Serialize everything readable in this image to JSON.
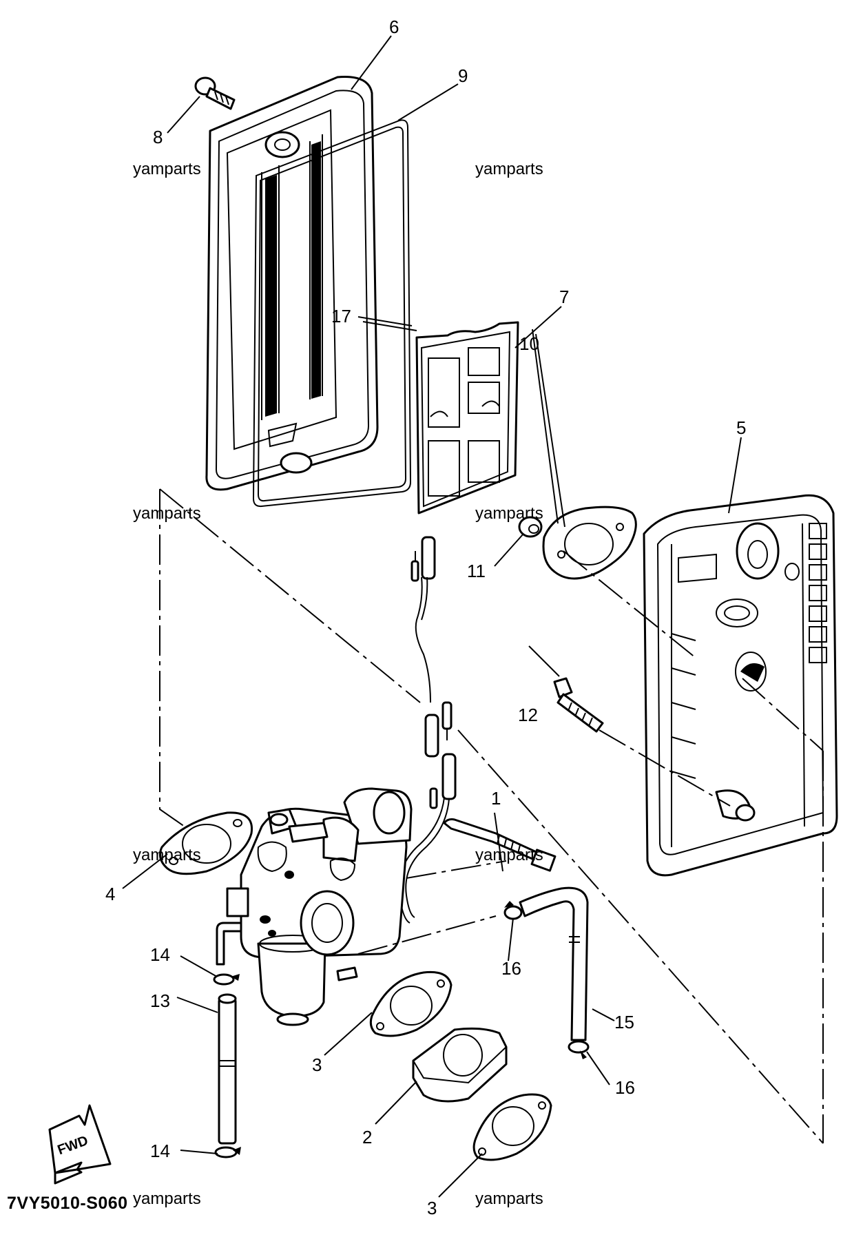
{
  "diagram": {
    "code": "7VY5010-S060",
    "watermark": "yamparts",
    "fwd_label": "FWD",
    "callouts": {
      "c1": "1",
      "c2": "2",
      "c3a": "3",
      "c3b": "3",
      "c4": "4",
      "c5": "5",
      "c6": "6",
      "c7": "7",
      "c8": "8",
      "c9": "9",
      "c10": "10",
      "c11": "11",
      "c12": "12",
      "c13": "13",
      "c14a": "14",
      "c14b": "14",
      "c15": "15",
      "c16a": "16",
      "c16b": "16",
      "c17": "17"
    }
  }
}
